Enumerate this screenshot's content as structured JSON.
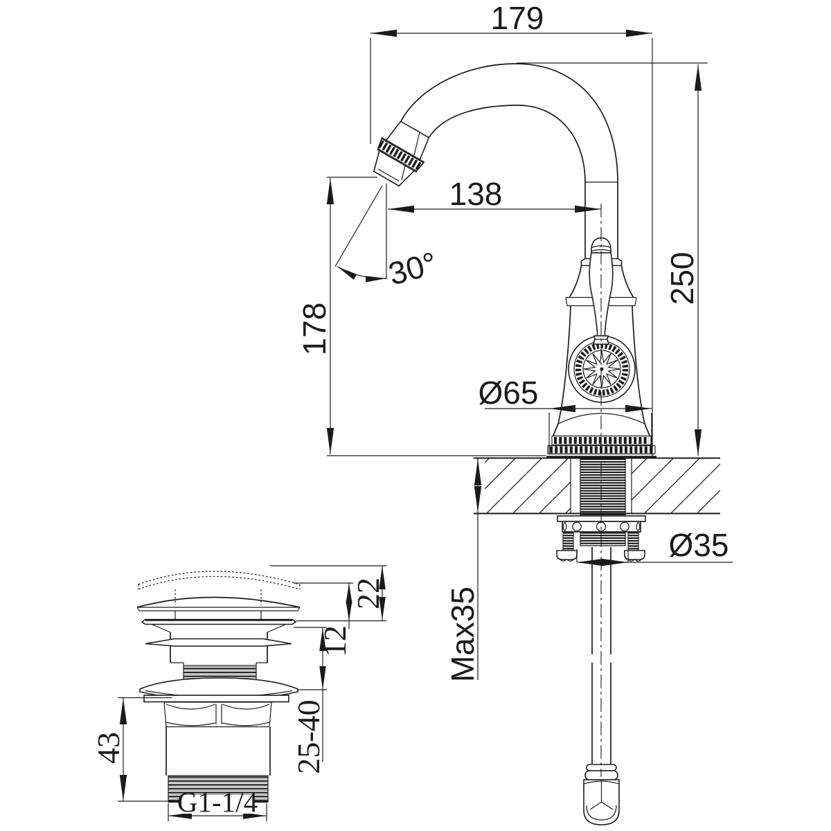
{
  "drawing": {
    "title": "basin-faucet-and-drain-technical-drawing",
    "colors": {
      "background": "#ffffff",
      "line": "#1b1b1b"
    },
    "faucet_dimensions": {
      "spout_overall_width": "179",
      "spout_reach": "138",
      "spout_angle": "30°",
      "spout_outlet_height": "178",
      "overall_height": "250",
      "base_diameter": "Ø65",
      "deck_thickness_max": "Max35",
      "mounting_hole_diameter": "Ø35"
    },
    "drain_dimensions": {
      "cap_height": "22",
      "cap_open_gap": "12",
      "clamping_range": "25-40",
      "tailpiece_length": "43",
      "thread_size": "G1-1/4"
    }
  }
}
